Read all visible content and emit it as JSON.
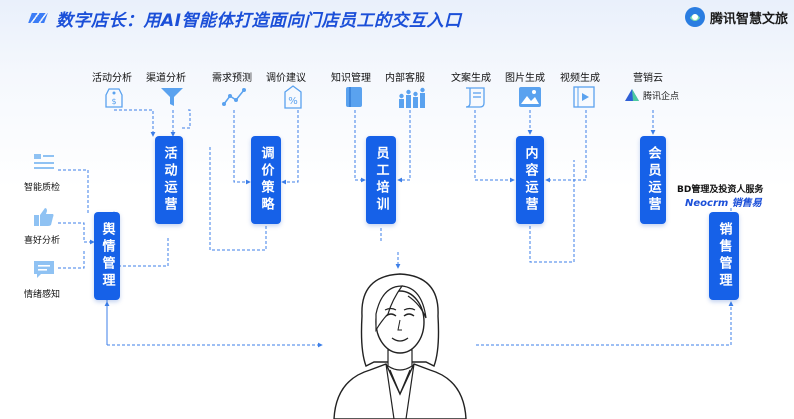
{
  "title": "数字店长：用AI智能体打造面向门店员工的交互入口",
  "brand": "腾讯智慧文旅",
  "top_labels": {
    "activity_analysis": "活动分析",
    "channel_analysis": "渠道分析",
    "demand_forecast": "需求预测",
    "price_suggestion": "调价建议",
    "knowledge_mgmt": "知识管理",
    "internal_service": "内部客服",
    "copy_gen": "文案生成",
    "image_gen": "图片生成",
    "video_gen": "视频生成",
    "marketing_cloud": "营销云"
  },
  "tencent_qidian": "腾讯企点",
  "left_labels": {
    "quality_check": "智能质检",
    "preference": "喜好分析",
    "emotion": "情绪感知"
  },
  "boxes": {
    "opinion": "舆情管理",
    "activity_ops": "活动运营",
    "pricing": "调价策略",
    "training": "员工培训",
    "content_ops": "内容运营",
    "member_ops": "会员运营",
    "sales_mgmt": "销售管理"
  },
  "bd_service": "BD管理及投资人服务",
  "neocrm": "Neocrm 销售易",
  "icons": [
    "price-tag-icon",
    "funnel-icon",
    "trend-line-icon",
    "percent-tag-icon",
    "book-icon",
    "people-chart-icon",
    "scroll-icon",
    "image-icon",
    "video-icon",
    "tencent-qidian-logo",
    "document-lines-icon",
    "thumbs-up-icon",
    "chat-message-icon",
    "person-illustration"
  ],
  "colors": {
    "primary": "#1661e8",
    "title": "#1b4fd8",
    "line": "#3d7fe8",
    "icon": "#5aa2ef"
  }
}
